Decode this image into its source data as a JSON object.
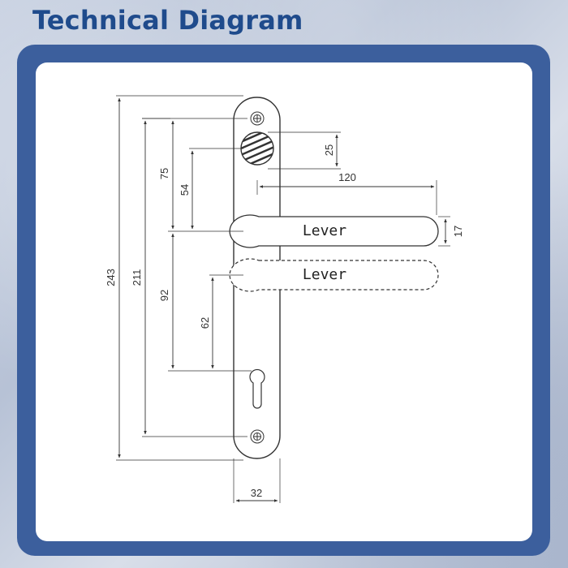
{
  "title": "Technical Diagram",
  "diagram": {
    "labels": {
      "lever_upper": "Lever",
      "lever_lower": "Lever"
    },
    "dimensions": {
      "total_height": "243",
      "fixing_centres": "211",
      "fixing_to_lever": "75",
      "spindle_to_lever": "54",
      "lever_to_cylinder": "92",
      "lever_to_cylinder_lower": "62",
      "spindle_offset": "25",
      "lever_length": "120",
      "lever_thickness": "17",
      "plate_width": "32"
    }
  },
  "colors": {
    "header_text": "#1f4b8c",
    "frame": "#3c5f9d",
    "line": "#333333"
  }
}
